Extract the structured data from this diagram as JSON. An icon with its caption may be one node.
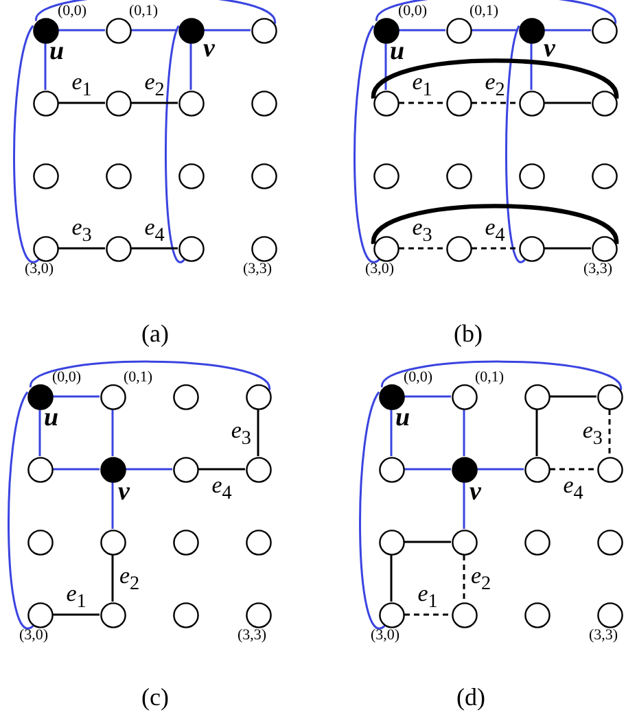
{
  "diagram": {
    "nodes": [
      {
        "text": [],
        "shape": "circle",
        "beside": [
          "(0,0)",
          "u"
        ]
      },
      {
        "text": [],
        "shape": "circle",
        "beside": [
          "(0,1)"
        ]
      },
      {
        "text": [],
        "shape": "circle",
        "beside": [
          "v"
        ]
      },
      {
        "text": [],
        "shape": "circle"
      },
      {
        "text": [],
        "shape": "circle"
      },
      {
        "text": [],
        "shape": "circle"
      },
      {
        "text": [],
        "shape": "circle"
      },
      {
        "text": [],
        "shape": "circle"
      },
      {
        "text": [],
        "shape": "circle"
      },
      {
        "text": [],
        "shape": "circle"
      },
      {
        "text": [],
        "shape": "circle"
      },
      {
        "text": [],
        "shape": "circle"
      },
      {
        "text": [],
        "shape": "circle",
        "beside": [
          "(3,0)"
        ]
      },
      {
        "text": [],
        "shape": "circle"
      },
      {
        "text": [],
        "shape": "circle"
      },
      {
        "text": [],
        "shape": "circle",
        "beside": [
          "(3,3)"
        ]
      },
      {
        "text": [],
        "shape": "circle",
        "beside": [
          "(0,0)",
          "u"
        ]
      },
      {
        "text": [],
        "shape": "circle",
        "beside": [
          "(0,1)"
        ]
      },
      {
        "text": [],
        "shape": "circle",
        "beside": [
          "v"
        ]
      },
      {
        "text": [],
        "shape": "circle"
      },
      {
        "text": [],
        "shape": "circle"
      },
      {
        "text": [],
        "shape": "circle"
      },
      {
        "text": [],
        "shape": "circle"
      },
      {
        "text": [],
        "shape": "circle"
      },
      {
        "text": [],
        "shape": "circle"
      },
      {
        "text": [],
        "shape": "circle"
      },
      {
        "text": [],
        "shape": "circle"
      },
      {
        "text": [],
        "shape": "circle"
      },
      {
        "text": [],
        "shape": "circle",
        "beside": [
          "(3,0)"
        ]
      },
      {
        "text": [],
        "shape": "circle"
      },
      {
        "text": [],
        "shape": "circle"
      },
      {
        "text": [],
        "shape": "circle",
        "beside": [
          "(3,3)"
        ]
      },
      {
        "text": [],
        "shape": "circle",
        "beside": [
          "(0,0)",
          "u"
        ]
      },
      {
        "text": [],
        "shape": "circle",
        "beside": [
          "(0,1)"
        ]
      },
      {
        "text": [],
        "shape": "circle"
      },
      {
        "text": [],
        "shape": "circle"
      },
      {
        "text": [],
        "shape": "circle"
      },
      {
        "text": [],
        "shape": "circle",
        "beside": [
          "v"
        ]
      },
      {
        "text": [],
        "shape": "circle"
      },
      {
        "text": [],
        "shape": "circle"
      },
      {
        "text": [],
        "shape": "circle"
      },
      {
        "text": [],
        "shape": "circle"
      },
      {
        "text": [],
        "shape": "circle"
      },
      {
        "text": [],
        "shape": "circle"
      },
      {
        "text": [],
        "shape": "circle",
        "beside": [
          "(3,0)"
        ]
      },
      {
        "text": [],
        "shape": "circle"
      },
      {
        "text": [],
        "shape": "circle"
      },
      {
        "text": [],
        "shape": "circle",
        "beside": [
          "(3,3)"
        ]
      },
      {
        "text": [],
        "shape": "circle",
        "beside": [
          "(0,0)",
          "u"
        ]
      },
      {
        "text": [],
        "shape": "circle",
        "beside": [
          "(0,1)"
        ]
      },
      {
        "text": [],
        "shape": "circle"
      },
      {
        "text": [],
        "shape": "circle"
      },
      {
        "text": [],
        "shape": "circle"
      },
      {
        "text": [],
        "shape": "circle",
        "beside": [
          "v"
        ]
      },
      {
        "text": [],
        "shape": "circle"
      },
      {
        "text": [],
        "shape": "circle"
      },
      {
        "text": [],
        "shape": "circle"
      },
      {
        "text": [],
        "shape": "circle"
      },
      {
        "text": [],
        "shape": "circle"
      },
      {
        "text": [],
        "shape": "circle"
      },
      {
        "text": [],
        "shape": "circle",
        "beside": [
          "(3,0)"
        ]
      },
      {
        "text": [],
        "shape": "circle"
      },
      {
        "text": [],
        "shape": "circle"
      },
      {
        "text": [],
        "shape": "circle",
        "beside": [
          "(3,3)"
        ]
      }
    ],
    "edges": [
      {
        "from": 0,
        "to": 1,
        "arrow": "none"
      },
      {
        "from": 1,
        "to": 2,
        "arrow": "none"
      },
      {
        "from": 2,
        "to": 3,
        "arrow": "none"
      },
      {
        "from": 0,
        "to": 4,
        "arrow": "none"
      },
      {
        "from": 2,
        "to": 6,
        "arrow": "none"
      },
      {
        "from": 0,
        "to": 3,
        "arrow": "none"
      },
      {
        "from": 0,
        "to": 12,
        "arrow": "none"
      },
      {
        "from": 2,
        "to": 14,
        "arrow": "none"
      },
      {
        "from": 4,
        "to": 5,
        "arrow": "none",
        "label": "*e*$_{1}$",
        "color": "#000000"
      },
      {
        "from": 5,
        "to": 6,
        "arrow": "none",
        "label": "*e*$_{2}$",
        "color": "#000000"
      },
      {
        "from": 12,
        "to": 13,
        "arrow": "none",
        "label": "*e*$_{3}$",
        "color": "#000000"
      },
      {
        "from": 13,
        "to": 14,
        "arrow": "none",
        "label": "*e*$_{4}$",
        "color": "#000000"
      },
      {
        "from": 16,
        "to": 17,
        "arrow": "none"
      },
      {
        "from": 17,
        "to": 18,
        "arrow": "none"
      },
      {
        "from": 18,
        "to": 19,
        "arrow": "none"
      },
      {
        "from": 16,
        "to": 20,
        "arrow": "none"
      },
      {
        "from": 18,
        "to": 22,
        "arrow": "none"
      },
      {
        "from": 16,
        "to": 19,
        "arrow": "none"
      },
      {
        "from": 16,
        "to": 28,
        "arrow": "none"
      },
      {
        "from": 18,
        "to": 30,
        "arrow": "none"
      },
      {
        "from": 20,
        "to": 21,
        "arrow": "none",
        "label": "*e*$_{1}$",
        "style": "dashed",
        "color": "#000000"
      },
      {
        "from": 21,
        "to": 22,
        "arrow": "none",
        "label": "*e*$_{2}$",
        "style": "dashed",
        "color": "#000000"
      },
      {
        "from": 22,
        "to": 23,
        "arrow": "none",
        "color": "#000000"
      },
      {
        "from": 20,
        "to": 23,
        "arrow": "none",
        "style": "thick",
        "color": "#000000"
      },
      {
        "from": 28,
        "to": 29,
        "arrow": "none",
        "label": "*e*$_{3}$",
        "style": "dashed",
        "color": "#000000"
      },
      {
        "from": 29,
        "to": 30,
        "arrow": "none",
        "label": "*e*$_{4}$",
        "style": "dashed",
        "color": "#000000"
      },
      {
        "from": 30,
        "to": 31,
        "arrow": "none",
        "color": "#000000"
      },
      {
        "from": 28,
        "to": 31,
        "arrow": "none",
        "style": "thick",
        "color": "#000000"
      },
      {
        "from": 32,
        "to": 33,
        "arrow": "none"
      },
      {
        "from": 32,
        "to": 36,
        "arrow": "none"
      },
      {
        "from": 36,
        "to": 37,
        "arrow": "none"
      },
      {
        "from": 33,
        "to": 37,
        "arrow": "none"
      },
      {
        "from": 37,
        "to": 38,
        "arrow": "none"
      },
      {
        "from": 37,
        "to": 41,
        "arrow": "none"
      },
      {
        "from": 32,
        "to": 35,
        "arrow": "none"
      },
      {
        "from": 32,
        "to": 44,
        "arrow": "none"
      },
      {
        "from": 44,
        "to": 45,
        "arrow": "none",
        "label": "*e*$_{1}$",
        "color": "#000000"
      },
      {
        "from": 41,
        "to": 45,
        "arrow": "none",
        "label": "*e*$_{2}$",
        "color": "#000000"
      },
      {
        "from": 35,
        "to": 39,
        "arrow": "none",
        "label": "*e*$_{3}$",
        "color": "#000000"
      },
      {
        "from": 38,
        "to": 39,
        "arrow": "none",
        "label": "*e*$_{4}$",
        "color": "#000000"
      },
      {
        "from": 48,
        "to": 49,
        "arrow": "none"
      },
      {
        "from": 48,
        "to": 52,
        "arrow": "none"
      },
      {
        "from": 52,
        "to": 53,
        "arrow": "none"
      },
      {
        "from": 49,
        "to": 53,
        "arrow": "none"
      },
      {
        "from": 53,
        "to": 54,
        "arrow": "none"
      },
      {
        "from": 53,
        "to": 57,
        "arrow": "none"
      },
      {
        "from": 48,
        "to": 51,
        "arrow": "none"
      },
      {
        "from": 48,
        "to": 60,
        "arrow": "none"
      },
      {
        "from": 56,
        "to": 57,
        "arrow": "none",
        "color": "#000000"
      },
      {
        "from": 56,
        "to": 60,
        "arrow": "none",
        "color": "#000000"
      },
      {
        "from": 60,
        "to": 61,
        "arrow": "none",
        "label": "*e*$_{1}$",
        "style": "dashed",
        "color": "#000000"
      },
      {
        "from": 57,
        "to": 61,
        "arrow": "none",
        "label": "*e*$_{2}$",
        "style": "dashed",
        "color": "#000000"
      },
      {
        "from": 50,
        "to": 51,
        "arrow": "none",
        "color": "#000000"
      },
      {
        "from": 50,
        "to": 54,
        "arrow": "none",
        "color": "#000000"
      },
      {
        "from": 51,
        "to": 55,
        "arrow": "none",
        "label": "*e*$_{3}$",
        "style": "dashed",
        "color": "#000000"
      },
      {
        "from": 54,
        "to": 55,
        "arrow": "none",
        "label": "*e*$_{4}$",
        "style": "dashed",
        "color": "#000000"
      }
    ],
    "labels": [
      "(a)",
      "(b)",
      "(c)",
      "(d)"
    ]
  }
}
